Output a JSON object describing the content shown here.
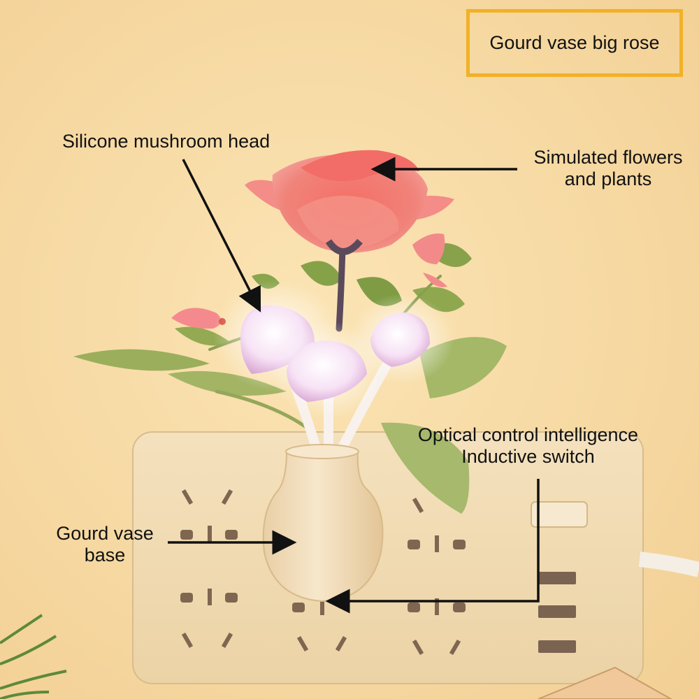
{
  "title_box": "Gourd vase big rose",
  "labels": {
    "mushroom_head": "Silicone mushroom head",
    "flowers": [
      "Simulated flowers",
      "and plants"
    ],
    "optical": [
      "Optical control intelligence",
      "Inductive switch"
    ],
    "vase_base": [
      "Gourd vase",
      "base"
    ]
  },
  "colors": {
    "background": "#f8d9a0",
    "frame": "#f2b127",
    "rose": "#f0706a",
    "mushroom_glow": "#fbe6f6",
    "leaf": "#8fa84f",
    "socket_panel": "#f1dcb5"
  }
}
